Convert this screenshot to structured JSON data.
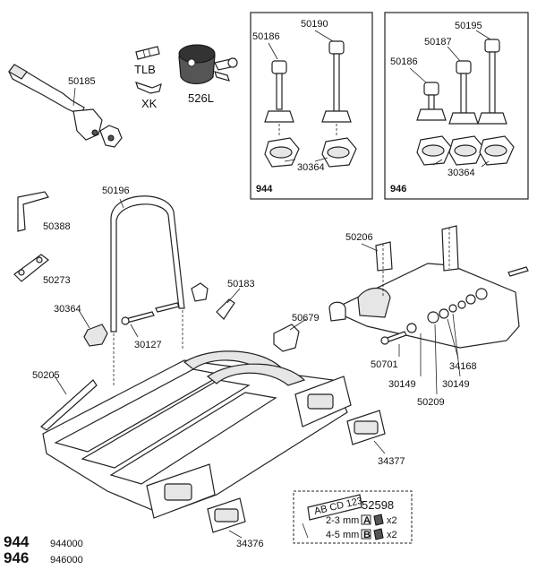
{
  "part_labels": [
    {
      "id": "p50185",
      "text": "50185"
    },
    {
      "id": "pTLB",
      "text": "TLB"
    },
    {
      "id": "pXK",
      "text": "XK"
    },
    {
      "id": "p526L",
      "text": "526L"
    },
    {
      "id": "p50196",
      "text": "50196"
    },
    {
      "id": "p50388",
      "text": "50388"
    },
    {
      "id": "p50273",
      "text": "50273"
    },
    {
      "id": "p30364a",
      "text": "30364"
    },
    {
      "id": "p30127",
      "text": "30127"
    },
    {
      "id": "p50183",
      "text": "50183"
    },
    {
      "id": "p50679",
      "text": "50679"
    },
    {
      "id": "p50206",
      "text": "50206"
    },
    {
      "id": "p50205",
      "text": "50205"
    },
    {
      "id": "p50701",
      "text": "50701"
    },
    {
      "id": "p34168",
      "text": "34168"
    },
    {
      "id": "p30149a",
      "text": "30149"
    },
    {
      "id": "p30149b",
      "text": "30149"
    },
    {
      "id": "p50209",
      "text": "50209"
    },
    {
      "id": "p34377",
      "text": "34377"
    },
    {
      "id": "p34376",
      "text": "34376"
    }
  ],
  "box_944": {
    "tag": "944",
    "labels": {
      "a": "50186",
      "b": "50190",
      "c": "30364"
    }
  },
  "box_946": {
    "tag": "946",
    "labels": {
      "a": "50186",
      "b": "50187",
      "c": "50195",
      "d": "30364"
    }
  },
  "plate_kit": {
    "part": "52598",
    "plate_text": "AB CD 123",
    "rows": [
      {
        "size": "2-3 mm =",
        "code": "A",
        "qty": "x2"
      },
      {
        "size": "4-5 mm =",
        "code": "B",
        "qty": "x2"
      }
    ]
  },
  "models": [
    {
      "model": "944",
      "code": "944000"
    },
    {
      "model": "946",
      "code": "946000"
    }
  ]
}
